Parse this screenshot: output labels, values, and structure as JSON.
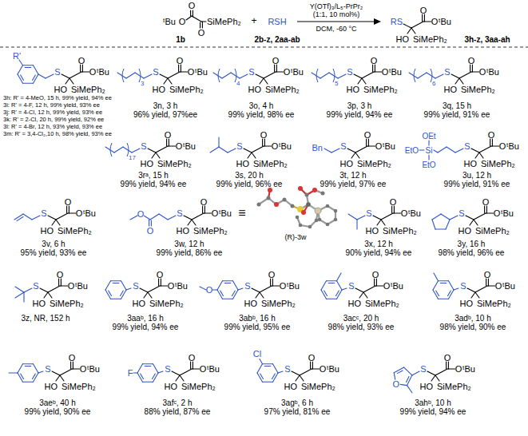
{
  "diagram": {
    "labels": [
      "ᵗBu",
      "O",
      "O",
      "O",
      "SiMePh₂",
      "1b",
      "+",
      "RSH",
      "2b-z, 2aa-ab",
      "Y(OTf)₃/L₅-PrPr₂",
      "(1:1, 10 mol%)",
      "DCM, -60 °C",
      "RS",
      "O",
      "O",
      "ᵗBu",
      "HO",
      "SiMePh₂",
      "3h-z, 3aa-ah",
      "R'",
      "S",
      "O",
      "O",
      "ᵗBu",
      "HO",
      "SiMePh₂",
      "3h: R' = 4-MeO, 15 h, 99% yield, 94% ee",
      "3i: R' = 4-F, 12 h, 99% yield, 93% ee",
      "3j: R' = 4-Cl, 12 h, 99% yield, 93% ee",
      "3k: R' = 2-Cl, 20 h, 99% yield, 92% ee",
      "3l: R' = 4-Br, 12 h, 93% yield, 93% ee",
      "3m: R' = 3,4-Cl₂,10 h, 98% yield, 93% ee",
      "3",
      "S",
      "O",
      "O",
      "ᵗBu",
      "HO",
      "SiMePh₂",
      "3n, 3 h",
      "96% yield, 97%ee",
      "4",
      "S",
      "O",
      "O",
      "ᵗBu",
      "HO",
      "SiMePh₂",
      "3o, 4 h",
      "99% yield, 98% ee",
      "5",
      "S",
      "O",
      "O",
      "ᵗBu",
      "HO",
      "SiMePh₂",
      "3p, 3 h",
      "99% yield, 94% ee",
      "6",
      "S",
      "O",
      "O",
      "ᵗBu",
      "HO",
      "SiMePh₂",
      "3q, 15 h",
      "99% yield, 91% ee",
      "17",
      "S",
      "O",
      "O",
      "ᵗBu",
      "HO",
      "SiMePh₂",
      "3rᵃ, 15 h",
      "99% yield, 94% ee",
      "S",
      "O",
      "O",
      "ᵗBu",
      "HO",
      "SiMePh₂",
      "3s, 20 h",
      "99% yield, 96% ee",
      "Bn",
      "S",
      "O",
      "O",
      "ᵗBu",
      "HO",
      "SiMePh₂",
      "3t, 12 h",
      "99% yield, 97% ee",
      "OEt",
      "EtO",
      "Si",
      "EtO",
      "S",
      "O",
      "O",
      "ᵗBu",
      "HO",
      "SiMePh₂",
      "3u, 12 h",
      "99% yield, 91% ee",
      "S",
      "O",
      "O",
      "ᵗBu",
      "HO",
      "SiMePh₂",
      "3v, 6 h",
      "95% yield, 93% ee",
      "O",
      "O",
      "S",
      "O",
      "O",
      "ᵗBu",
      "HO",
      "SiMePh₂",
      "3w, 12 h",
      "99% yield, 86% ee",
      "≡",
      "(R)-3w",
      "S",
      "O",
      "O",
      "ᵗBu",
      "HO",
      "SiMePh₂",
      "3x, 12 h",
      "90% yield, 94% ee",
      "S",
      "O",
      "O",
      "ᵗBu",
      "HO",
      "SiMePh₂",
      "3y, 16 h",
      "98% yield, 96% ee",
      "S",
      "O",
      "O",
      "ᵗBu",
      "HO",
      "SiMePh₂",
      "3z, NR, 152 h",
      "S",
      "O",
      "O",
      "ᵗBu",
      "HO",
      "SiMePh₂",
      "3aaᵇ, 16 h",
      "99% yield, 94% ee",
      "O",
      "S",
      "O",
      "O",
      "ᵗBu",
      "HO",
      "SiMePh₂",
      "3abᵇ, 16 h",
      "99% yield, 95% ee",
      "S",
      "O",
      "O",
      "ᵗBu",
      "HO",
      "SiMePh₂",
      "3acᶜ, 20 h",
      "98% yield, 93% ee",
      "S",
      "O",
      "O",
      "ᵗBu",
      "HO",
      "SiMePh₂",
      "3adᵇ, 10 h",
      "98% yield, 90% ee",
      "S",
      "O",
      "O",
      "ᵗBu",
      "HO",
      "SiMePh₂",
      "3aeᵇ, 40 h",
      "99% yield, 90% ee",
      "F",
      "S",
      "O",
      "O",
      "ᵗBu",
      "HO",
      "SiMePh₂",
      "3afᶜ, 2 h",
      "88% yield, 87% ee",
      "Cl",
      "S",
      "O",
      "O",
      "ᵗBu",
      "HO",
      "SiMePh₂",
      "3agᵇ, 6 h",
      "97% yield, 81% ee",
      "O",
      "S",
      "O",
      "O",
      "ᵗBu",
      "HO",
      "SiMePh₂",
      "3ahᵇ, 10 h",
      "99% yield, 94% ee"
    ]
  }
}
